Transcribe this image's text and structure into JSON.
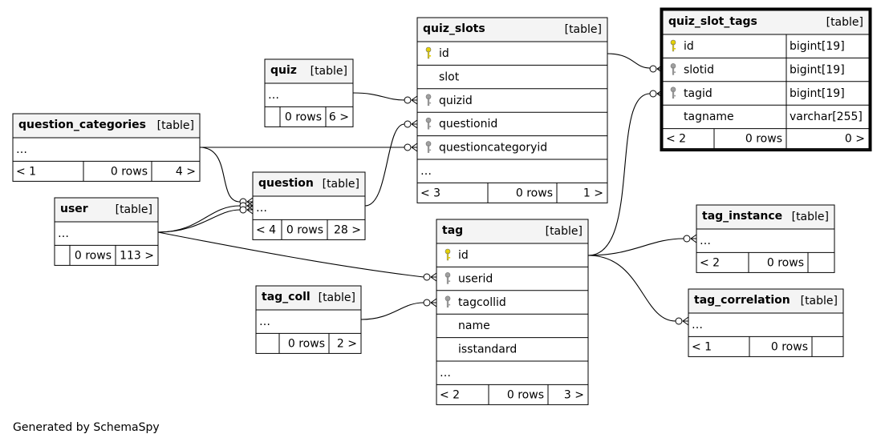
{
  "footer": "Generated by SchemaSpy",
  "colors": {
    "header_bg": "#f4f4f4",
    "border": "#000000",
    "pk_key": "#e6d200",
    "fk_key": "#a0a0a0",
    "selected_border": "#000000"
  },
  "tables": {
    "quiz": {
      "name": "quiz",
      "kind": "[table]",
      "rows": [
        {
          "label": "…",
          "key": "none"
        }
      ],
      "footer": [
        "",
        "0 rows",
        "6 >"
      ]
    },
    "question_categories": {
      "name": "question_categories",
      "kind": "[table]",
      "rows": [
        {
          "label": "…",
          "key": "none"
        }
      ],
      "footer": [
        "< 1",
        "0 rows",
        "4 >"
      ]
    },
    "user": {
      "name": "user",
      "kind": "[table]",
      "rows": [
        {
          "label": "…",
          "key": "none"
        }
      ],
      "footer": [
        "",
        "0 rows",
        "113 >"
      ]
    },
    "question": {
      "name": "question",
      "kind": "[table]",
      "rows": [
        {
          "label": "…",
          "key": "none"
        }
      ],
      "footer": [
        "< 4",
        "0 rows",
        "28 >"
      ]
    },
    "tag_coll": {
      "name": "tag_coll",
      "kind": "[table]",
      "rows": [
        {
          "label": "…",
          "key": "none"
        }
      ],
      "footer": [
        "",
        "0 rows",
        "2 >"
      ]
    },
    "quiz_slots": {
      "name": "quiz_slots",
      "kind": "[table]",
      "rows": [
        {
          "label": "id",
          "key": "pk"
        },
        {
          "label": "slot",
          "key": "none"
        },
        {
          "label": "quizid",
          "key": "fk"
        },
        {
          "label": "questionid",
          "key": "fk"
        },
        {
          "label": "questioncategoryid",
          "key": "fk"
        },
        {
          "label": "…",
          "key": "none"
        }
      ],
      "footer": [
        "< 3",
        "0 rows",
        "1 >"
      ]
    },
    "quiz_slot_tags": {
      "name": "quiz_slot_tags",
      "kind": "[table]",
      "rows": [
        {
          "label": "id",
          "key": "pk",
          "type": "bigint[19]"
        },
        {
          "label": "slotid",
          "key": "fk",
          "type": "bigint[19]"
        },
        {
          "label": "tagid",
          "key": "fk",
          "type": "bigint[19]"
        },
        {
          "label": "tagname",
          "key": "none",
          "type": "varchar[255]"
        }
      ],
      "footer": [
        "< 2",
        "0 rows",
        "0 >"
      ]
    },
    "tag": {
      "name": "tag",
      "kind": "[table]",
      "rows": [
        {
          "label": "id",
          "key": "pk"
        },
        {
          "label": "userid",
          "key": "fk"
        },
        {
          "label": "tagcollid",
          "key": "fk"
        },
        {
          "label": "name",
          "key": "none"
        },
        {
          "label": "isstandard",
          "key": "none"
        },
        {
          "label": "…",
          "key": "none"
        }
      ],
      "footer": [
        "< 2",
        "0 rows",
        "3 >"
      ]
    },
    "tag_instance": {
      "name": "tag_instance",
      "kind": "[table]",
      "rows": [
        {
          "label": "…",
          "key": "none"
        }
      ],
      "footer": [
        "< 2",
        "0 rows",
        ""
      ]
    },
    "tag_correlation": {
      "name": "tag_correlation",
      "kind": "[table]",
      "rows": [
        {
          "label": "…",
          "key": "none"
        }
      ],
      "footer": [
        "< 1",
        "0 rows",
        ""
      ]
    }
  }
}
